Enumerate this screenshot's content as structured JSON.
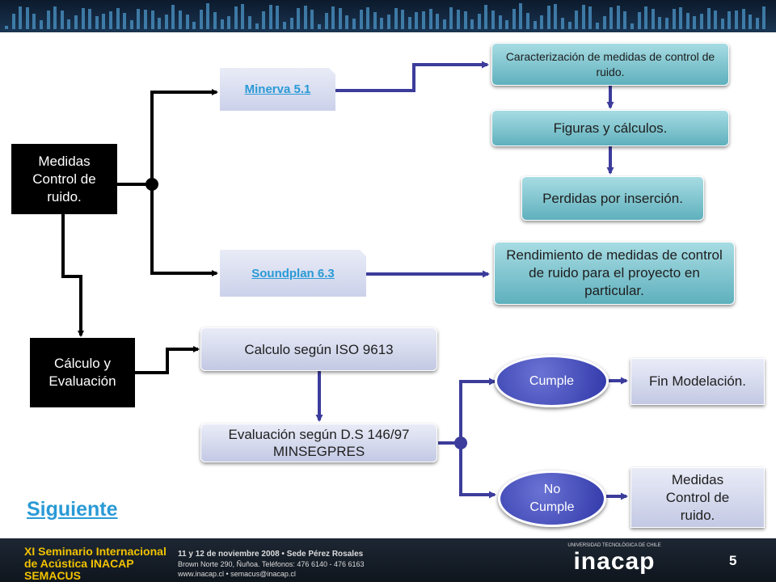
{
  "nodes": {
    "medidas_control": "Medidas Control de ruido.",
    "calculo_evaluacion": "Cálculo y Evaluación",
    "minerva": "Minerva 5.1",
    "soundplan": "Soundplan 6.3",
    "caracterizacion": "Caracterización de medidas de control de ruido.",
    "figuras": "Figuras y cálculos.",
    "perdidas": "Perdidas por inserción.",
    "rendimiento": "Rendimiento de medidas de control de ruido para el proyecto en particular.",
    "calculo_iso": "Calculo según ISO 9613",
    "evaluacion_ds": "Evaluación según D.S 146/97 MINSEGPRES",
    "cumple": "Cumple",
    "no_cumple": "No Cumple",
    "fin_modelacion": "Fin Modelación.",
    "medidas_control_2": "Medidas Control de ruido."
  },
  "siguiente": "Siguiente",
  "page_number": "5",
  "footer": {
    "seminar_title": "XI Seminario Internacional de Acústica INACAP SEMACUS",
    "seminar_details": "11 y 12 de noviembre 2008 • Sede Pérez Rosales",
    "address": "Brown Norte 290, Ñuñoa. Teléfonos: 476 6140 - 476 6163",
    "web": "www.inacap.cl • semacus@inacap.cl",
    "logo_top": "UNIVERSIDAD TECNOLÓGICA DE CHILE",
    "logo_brand": "inacap"
  },
  "colors": {
    "black_node": "#000000",
    "teal_node": "#5fb0bd",
    "lavender_node": "#c3c9e4",
    "oval_node": "#2f36a8",
    "link": "#2a9ad6",
    "arrow_purple": "#3c3c9c"
  }
}
